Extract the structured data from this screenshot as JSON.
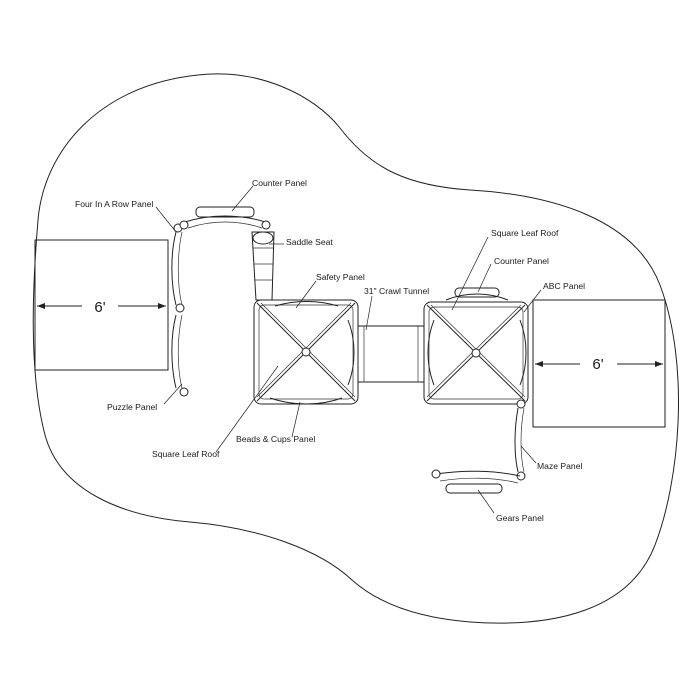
{
  "colors": {
    "stroke": "#222222",
    "background": "#ffffff"
  },
  "dimensions": {
    "left_width": "6'",
    "right_width": "6'"
  },
  "labels": {
    "counter_panel_top": "Counter Panel",
    "four_in_a_row_panel": "Four In A Row Panel",
    "saddle_seat": "Saddle Seat",
    "safety_panel": "Safety Panel",
    "crawl_tunnel": "31\" Crawl Tunnel",
    "puzzle_panel": "Puzzle Panel",
    "beads_cups_panel": "Beads & Cups Panel",
    "square_leaf_roof_left": "Square Leaf Roof",
    "square_leaf_roof_right": "Square Leaf Roof",
    "counter_panel_right": "Counter Panel",
    "abc_panel": "ABC Panel",
    "maze_panel": "Maze Panel",
    "gears_panel": "Gears Panel"
  }
}
